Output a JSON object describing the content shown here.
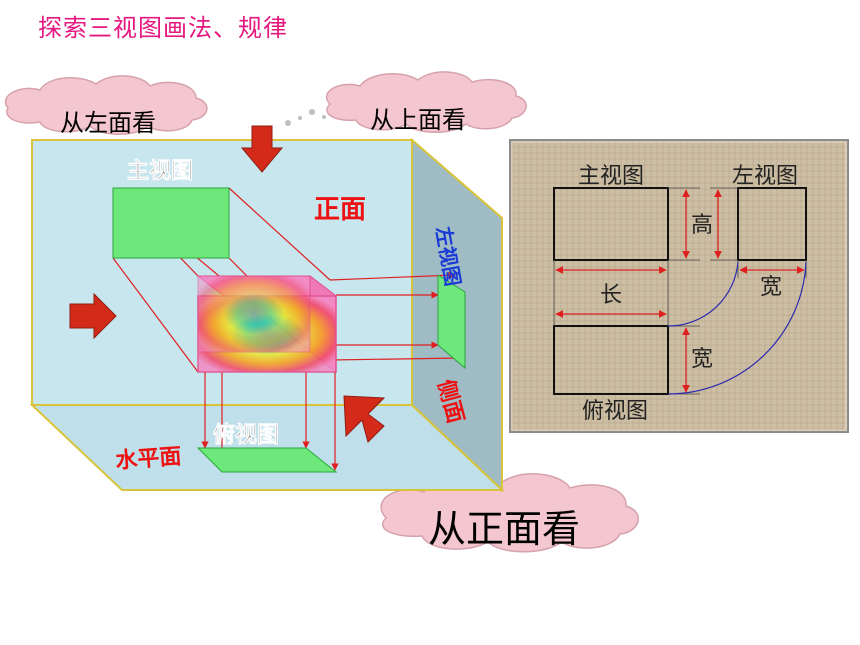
{
  "title": "探索三视图画法、规律",
  "clouds": {
    "left": "从左面看",
    "top": "从上面看",
    "front": "从正面看"
  },
  "box_labels": {
    "front_view": "主视图",
    "front_face": "正面",
    "left_view": "左视图",
    "side_face": "侧面",
    "top_view": "俯视图",
    "horizontal_plane": "水平面"
  },
  "panel": {
    "front_view": "主视图",
    "left_view": "左视图",
    "top_view": "俯视图",
    "height": "高",
    "length": "长",
    "width_right": "宽",
    "width_lower": "宽"
  },
  "colors": {
    "title": "#e6177f",
    "arrow": "#d42a1a",
    "label_red": "#ee1111",
    "label_blue": "#1a3bd6",
    "projection_line": "#e02020",
    "view_fill": "#6ee87a",
    "box_fill": "#c7e6ee",
    "panel_bg": "#cdbfa5"
  }
}
